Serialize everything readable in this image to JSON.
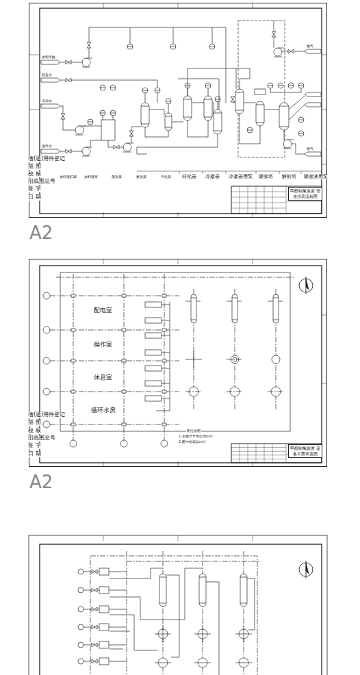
{
  "diagram": {
    "nodes": [
      {
        "text": [
          "A2"
        ]
      },
      {
        "text": [
          "甲醇制氢装置 管道仪表流程图"
        ],
        "in": 0
      },
      {
        "text": [
          "A2"
        ]
      },
      {
        "text": [
          "甲醇制氢装置 设备平面布置图"
        ],
        "in": 2
      }
    ],
    "labels": [
      "借(通)用件登记",
      "描 图",
      "校 核",
      "旧底图总号",
      "签 字",
      "日 期",
      "原料液贮罐",
      "原料液泵",
      "预热器",
      "换热器",
      "汽化器",
      "转化器",
      "冷凝器",
      "冷凝器用泵",
      "吸收塔",
      "解析塔",
      "吸收液用泵",
      "原料甲醇",
      "脱盐水",
      "冷却水",
      "循环水",
      "氢气",
      "尾气",
      "借(通)用件登记",
      "描 图",
      "校 核",
      "旧底图总号",
      "签 字",
      "日 期",
      "配电室",
      "操作室",
      "休息室",
      "循环水房",
      "附注说明",
      "1.本图尺寸单位为mm",
      "2.图中标高以m计"
    ]
  }
}
